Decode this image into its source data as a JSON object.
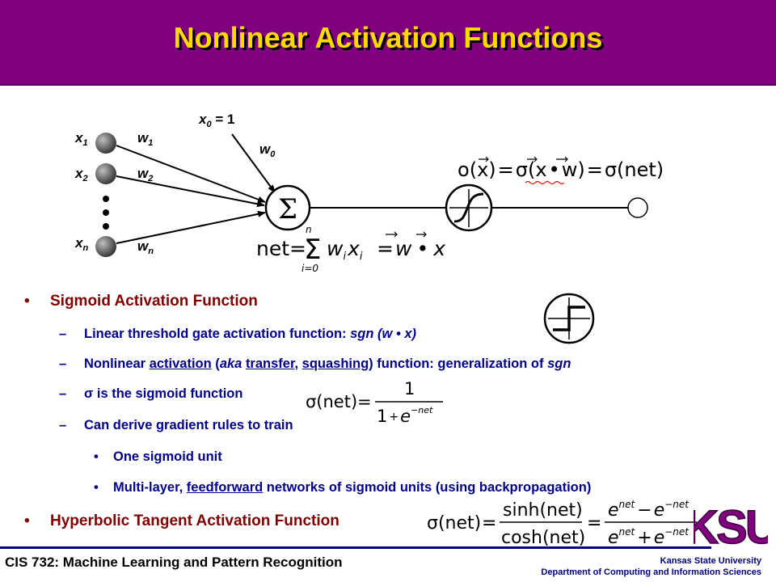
{
  "slide": {
    "title": "Nonlinear Activation Functions"
  },
  "diagram": {
    "inputs": [
      {
        "var": "x",
        "sub": "1"
      },
      {
        "var": "x",
        "sub": "2"
      },
      {
        "var": "x",
        "sub": "n"
      }
    ],
    "weights": [
      {
        "var": "w",
        "sub": "1"
      },
      {
        "var": "w",
        "sub": "2"
      },
      {
        "var": "w",
        "sub": "n"
      }
    ],
    "bias_input": {
      "var": "x",
      "sub": "0",
      "rest": " = 1"
    },
    "bias_weight": {
      "var": "w",
      "sub": "0"
    },
    "summation_symbol": "Σ",
    "net_equation": {
      "lhs": "net",
      "eq1": "=",
      "upper": "n",
      "lower": "i=0",
      "term_w": "w",
      "term_w_sub": "i",
      "term_x": "x",
      "term_x_sub": "i",
      "eq2": "=",
      "vec_w": "w",
      "dot": "•",
      "vec_x": "x"
    },
    "output_equation": {
      "o": "o",
      "lp": "(",
      "x": "x",
      "rp": ")",
      "eq1": "=",
      "sigma1": "σ",
      "lp2": "(",
      "x2": "x",
      "dot": "•",
      "w": "w",
      "rp2": ")",
      "eq2": "=",
      "sigma2": "σ",
      "arg": "(net)"
    }
  },
  "bullets": {
    "sigmoid": {
      "heading": "Sigmoid Activation Function",
      "item1": {
        "dash": "–",
        "text": "Linear threshold gate activation function: ",
        "sgn": "sgn",
        "rest": " (w • x)"
      },
      "item2": {
        "dash": "–",
        "p1": "Nonlinear ",
        "u1": "activation",
        "p2": " (",
        "aka": "aka",
        "p3": " ",
        "u2": "transfer",
        "p4": ", ",
        "u3": "squashing",
        "p5": ") function: generalization of ",
        "sgn": "sgn"
      },
      "item3": {
        "dash": "–",
        "sigma": "σ",
        "text": " is the sigmoid function"
      },
      "item4": {
        "dash": "–",
        "text": "Can derive gradient rules to train"
      },
      "sub1": {
        "dot": "•",
        "text": "One sigmoid unit"
      },
      "sub2": {
        "dot": "•",
        "p1": "Multi-layer, ",
        "u1": "feedforward",
        "p2": " networks of sigmoid units (using backpropagation)"
      }
    },
    "tanh": {
      "heading": "Hyperbolic Tangent Activation Function"
    }
  },
  "formulas": {
    "sigmoid": {
      "lhs": "σ(net)",
      "eq": "=",
      "num": "1",
      "den_one": "1",
      "den_plus": "+",
      "den_e": "e",
      "den_exp": "−net"
    },
    "tanh": {
      "lhs": "σ(net)",
      "eq1": "=",
      "num1": "sinh(net)",
      "den1": "cosh(net)",
      "eq2": "=",
      "num2_e1": "e",
      "num2_exp1": "net",
      "num2_minus": "−",
      "num2_e2": "e",
      "num2_exp2": "−net",
      "den2_e1": "e",
      "den2_exp1": "net",
      "den2_plus": "+",
      "den2_e2": "e",
      "den2_exp2": "−net"
    }
  },
  "footer": {
    "course": "CIS 732: Machine Learning and Pattern Recognition",
    "university": "Kansas State University",
    "department": "Department of Computing and Information Sciences",
    "logo_text": "KSU"
  },
  "colors": {
    "title_bg": "#800080",
    "title_text": "#ffd800",
    "heading": "#800000",
    "body": "#00008b",
    "footer_rule": "#000080",
    "logo": "#800080"
  }
}
